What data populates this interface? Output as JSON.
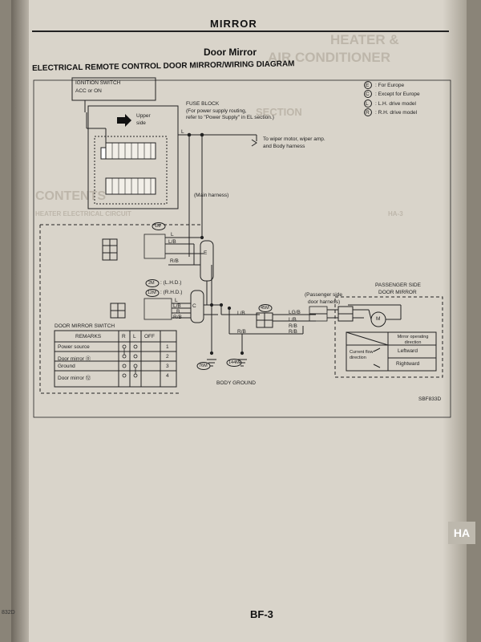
{
  "header": {
    "title": "MIRROR"
  },
  "ghost_text": {
    "heater": "HEATER &",
    "air_conditioner": "AIR CONDITIONER",
    "section": "SECTION",
    "contents": "CONTENTS",
    "electrical": "HEATER ELECTRICAL CIRCUIT",
    "ha_ref": "HA-3"
  },
  "section": {
    "heading": "Door Mirror",
    "diagram_title": "ELECTRICAL REMOTE CONTROL DOOR MIRROR/WIRING DIAGRAM"
  },
  "legend": {
    "e": {
      "symbol": "E",
      "text": ": For Europe"
    },
    "c": {
      "symbol": "C",
      "text": ": Except for Europe"
    },
    "l": {
      "symbol": "L",
      "text": ": L.H. drive model"
    },
    "r": {
      "symbol": "R",
      "text": ": R.H. drive model"
    }
  },
  "diagram": {
    "ignition_switch": "IGNITION SWITCH",
    "acc_on": "ACC or ON",
    "upper": "Upper",
    "side": "side",
    "fuse_block": "FUSE BLOCK",
    "fuse_note1": "(For power supply routing,",
    "fuse_note2": "refer to \"Power Supply\" in EL section.)",
    "to_wiper1": "To wiper motor, wiper amp.",
    "to_wiper2": "and Body harness",
    "main_harness": "(Main harness)",
    "conn_1m": "1M",
    "conn_2m": "2M",
    "conn_12m": "12M",
    "conn_45m": "45M",
    "conn_76m": "76M",
    "conn_144m": "144M",
    "lhd": ": (L.H.D.)",
    "rhd": ": (R.H.D.)",
    "passenger_harness1": "(Passenger side",
    "passenger_harness2": "door harness)",
    "passenger_mirror1": "PASSENGER SIDE",
    "passenger_mirror2": "DOOR MIRROR",
    "body_ground": "BODY GROUND",
    "ref_code": "SBF833D",
    "wire_l": "L",
    "wire_lb": "L/B",
    "wire_rb": "R/B",
    "wire_b": "B",
    "wire_e": "E",
    "wire_c": "C",
    "wire_lgb": "LG/B",
    "motor": "M",
    "mirror_op": "Mirror operating direction",
    "current_flow": "Current flow direction",
    "leftward": "Leftward",
    "rightward": "Rightward"
  },
  "switch_table": {
    "title": "DOOR MIRROR SWITCH",
    "headers": [
      "REMARKS",
      "R",
      "L",
      "OFF"
    ],
    "rows": [
      {
        "remark": "Power source",
        "no": "1"
      },
      {
        "remark": "Door mirror ⓪",
        "no": "2"
      },
      {
        "remark": "Ground",
        "no": "3"
      },
      {
        "remark": "Door mirror ⑫",
        "no": "4"
      }
    ]
  },
  "footer": {
    "page_number": "BF-3",
    "left_code": "832D",
    "tab": "HA"
  }
}
